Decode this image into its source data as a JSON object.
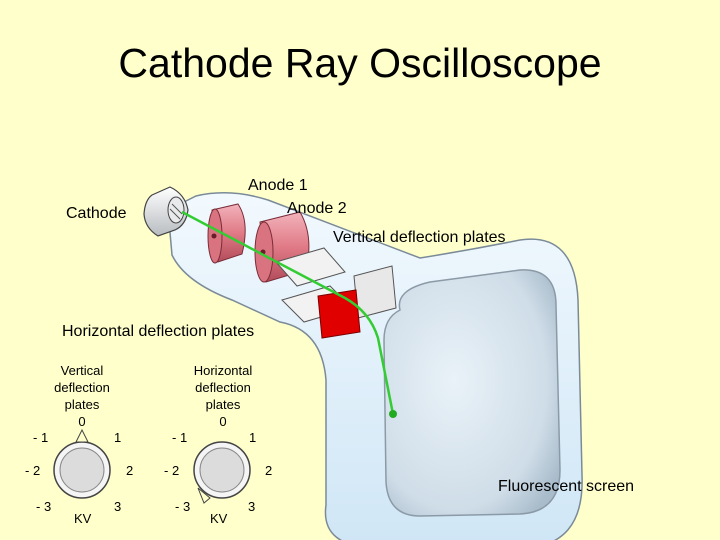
{
  "title": "Cathode Ray Oscilloscope",
  "labels": {
    "cathode": "Cathode",
    "anode1": "Anode 1",
    "anode2": "Anode 2",
    "vertical_plates": "Vertical deflection plates",
    "horizontal_plates": "Horizontal deflection plates",
    "screen": "Fluorescent screen"
  },
  "dials": [
    {
      "caption": [
        "Vertical",
        "deflection",
        "plates"
      ],
      "ticks": {
        "zero": "0",
        "m1": "- 1",
        "p1": "1",
        "m2": "- 2",
        "p2": "2",
        "m3": "- 3",
        "p3": "3"
      },
      "unit": "KV"
    },
    {
      "caption": [
        "Horizontal",
        "deflection",
        "plates"
      ],
      "ticks": {
        "zero": "0",
        "m1": "- 1",
        "p1": "1",
        "m2": "- 2",
        "p2": "2",
        "m3": "- 3",
        "p3": "3"
      },
      "unit": "KV"
    }
  ],
  "colors": {
    "background": "#ffffcc",
    "tube": "#dff0fb",
    "beam": "#33cc33",
    "anode": "#e07a86",
    "vertical_plate": "#e00000",
    "plate": "#eeeeee"
  }
}
